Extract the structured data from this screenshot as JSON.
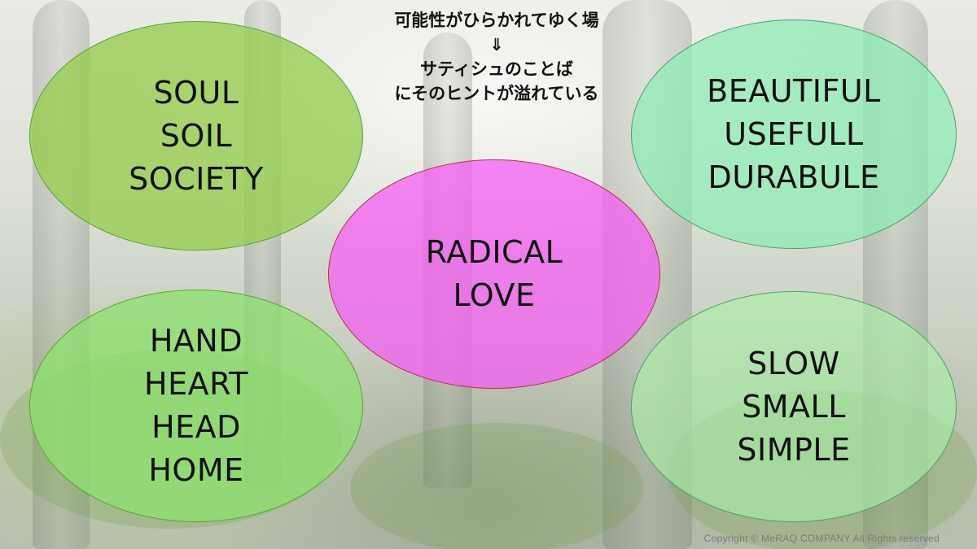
{
  "headline": {
    "line1": "可能性がひらかれてゆく場",
    "arrow": "⇓",
    "line2": "サティシュのことば",
    "line3": "にそのヒントが溢れている"
  },
  "nodes": {
    "top_left": "SOUL\nSOIL\nSOCIETY",
    "top_right": "BEAUTIFUL\nUSEFULL\nDURABULE",
    "center": "RADICAL\nLOVE",
    "bottom_left": "HAND\nHEART\nHEAD\nHOME",
    "bottom_right": "SLOW\nSMALL\nSIMPLE"
  },
  "colors": {
    "top_left_fill": "#96cd50",
    "top_right_fill": "#8cebb4",
    "center_fill": "#f55af5",
    "bottom_left_fill": "#8ce16e",
    "bottom_right_fill": "#aaf0aa"
  },
  "footer": {
    "copyright": "Copyright ©   MeRAQ  COMPANY  All Rights reserved"
  }
}
